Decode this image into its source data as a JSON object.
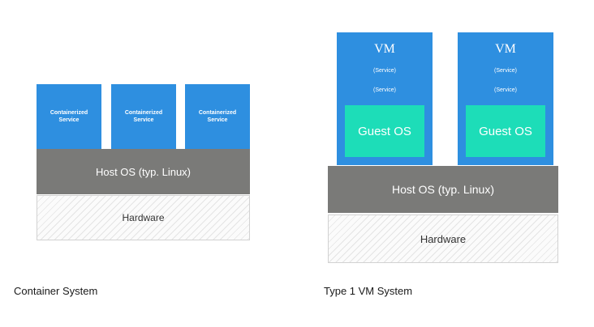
{
  "left_system": {
    "services": [
      {
        "label": "Containerized\nService"
      },
      {
        "label": "Containerized\nService"
      },
      {
        "label": "Containerized\nService"
      }
    ],
    "host_os": "Host OS (typ. Linux)",
    "hardware": "Hardware",
    "caption": "Container System"
  },
  "right_system": {
    "vms": [
      {
        "title": "VM",
        "service_1": "(Service)",
        "service_2": "(Service)",
        "guest_os": "Guest OS"
      },
      {
        "title": "VM",
        "service_1": "(Service)",
        "service_2": "(Service)",
        "guest_os": "Guest OS"
      }
    ],
    "host_os": "Host OS (typ. Linux)",
    "hardware": "Hardware",
    "caption": "Type 1 VM System"
  },
  "colors": {
    "service_blue": "#2e8fe0",
    "guest_os_teal": "#1dddb8",
    "host_os_gray": "#7a7a78",
    "hardware_fill": "#fbfbfb"
  }
}
